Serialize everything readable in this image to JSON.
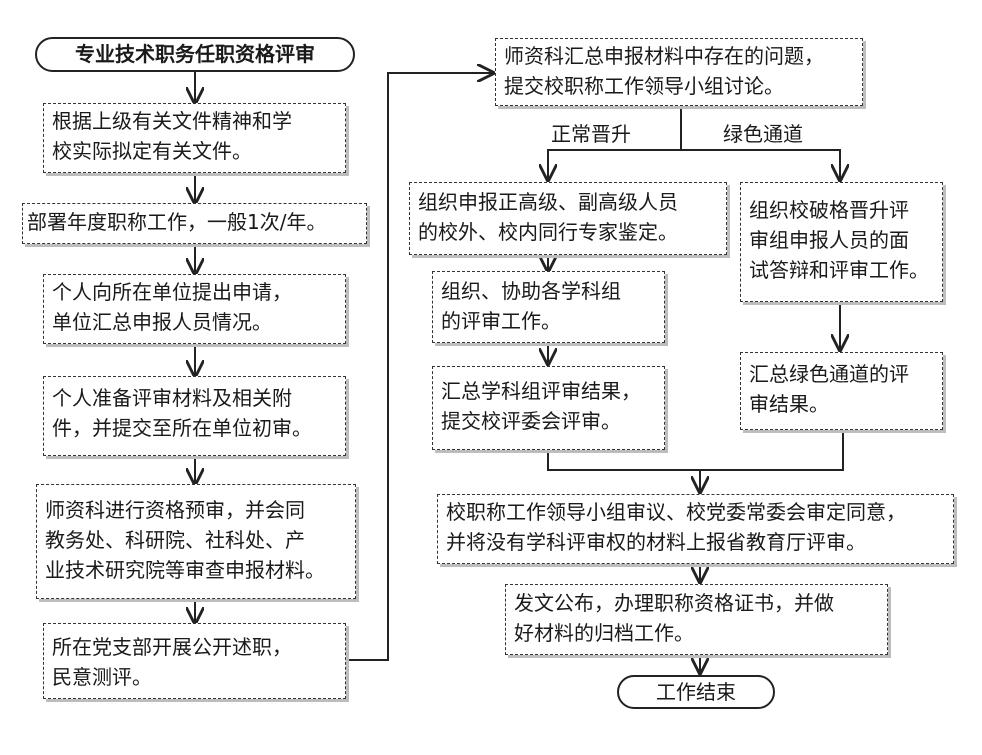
{
  "start": "专业技术职务任职资格评审",
  "left_steps": [
    "根据上级有关文件精神和学\n校实际拟定有关文件。",
    "部署年度职称工作，一般1次/年。",
    "个人向所在单位提出申请，\n单位汇总申报人员情况。",
    "个人准备评审材料及相关附\n件，并提交至所在单位初审。",
    "师资科进行资格预审，并会同\n教务处、科研院、社科处、产\n业技术研究院等审查申报材料。",
    "所在党支部开展公开述职，\n民意测评。"
  ],
  "summary_issue": "师资科汇总申报材料中存在的问题，\n提交校职称工作领导小组讨论。",
  "branch_labels": {
    "normal": "正常晋升",
    "green": "绿色通道"
  },
  "normal_steps": [
    "组织申报正高级、副高级人员\n的校外、校内同行专家鉴定。",
    "组织、协助各学科组\n的评审工作。",
    "汇总学科组评审结果，\n提交校评委会评审。"
  ],
  "green_steps": [
    "组织校破格晋升评\n审组申报人员的面\n试答辩和评审工作。",
    "汇总绿色通道的评\n审结果。"
  ],
  "final_steps": [
    "校职称工作领导小组审议、校党委常委会审定同意，\n并将没有学科评审权的材料上报省教育厅评审。",
    "发文公布，办理职称资格证书，并做\n好材料的归档工作。"
  ],
  "end": "工作结束"
}
